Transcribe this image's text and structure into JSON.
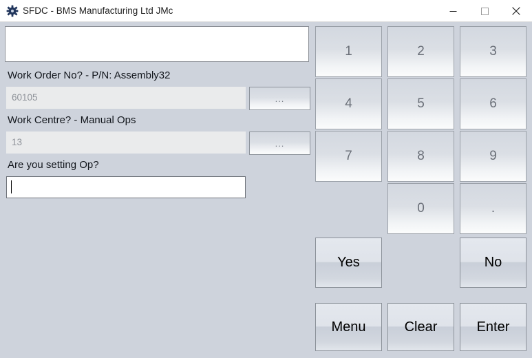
{
  "window": {
    "title": "SFDC - BMS Manufacturing Ltd JMc",
    "icon": "gear-icon",
    "controls": {
      "minimize": "minimize-icon",
      "maximize": "maximize-icon",
      "close": "close-icon"
    },
    "background_color": "#ced3dc",
    "titlebar_color": "#ffffff"
  },
  "form": {
    "message_box": {
      "value": "",
      "placeholder": ""
    },
    "fields": [
      {
        "label": "Work Order No? - P/N: Assembly32",
        "value": "60105",
        "readonly": true,
        "browse_label": "..."
      },
      {
        "label": "Work Centre? - Manual Ops",
        "value": "13",
        "readonly": true,
        "browse_label": "..."
      },
      {
        "label": "Are you setting Op?",
        "value": "",
        "readonly": false,
        "focused": true
      }
    ]
  },
  "keypad": {
    "keys": [
      {
        "label": "1",
        "col": 1,
        "row": 1
      },
      {
        "label": "2",
        "col": 2,
        "row": 1
      },
      {
        "label": "3",
        "col": 3,
        "row": 1
      },
      {
        "label": "4",
        "col": 1,
        "row": 2
      },
      {
        "label": "5",
        "col": 2,
        "row": 2
      },
      {
        "label": "6",
        "col": 3,
        "row": 2
      },
      {
        "label": "7",
        "col": 1,
        "row": 3
      },
      {
        "label": "8",
        "col": 2,
        "row": 3
      },
      {
        "label": "9",
        "col": 3,
        "row": 3
      },
      {
        "label": "0",
        "col": 2,
        "row": 4
      },
      {
        "label": ".",
        "col": 3,
        "row": 4
      }
    ],
    "text_color": "#6a6f78"
  },
  "actions": {
    "yes": "Yes",
    "no": "No",
    "menu": "Menu",
    "clear": "Clear",
    "enter": "Enter"
  }
}
